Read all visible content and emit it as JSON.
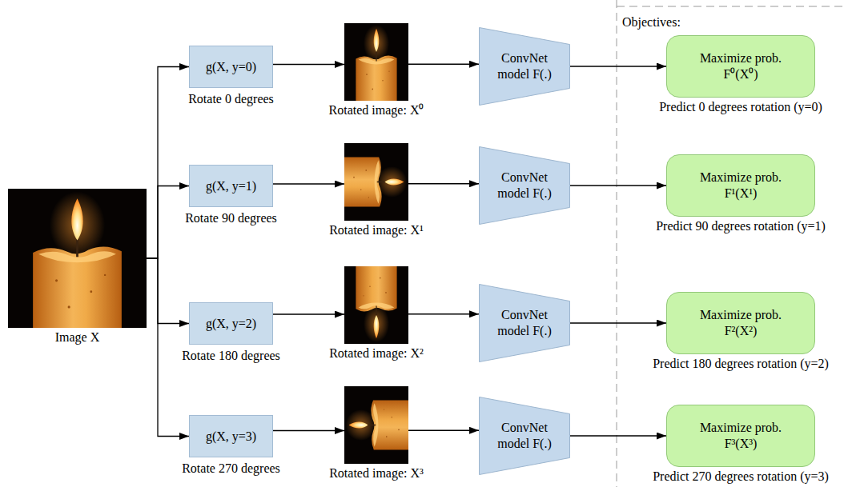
{
  "diagram": {
    "nodes": [
      {
        "text": [
          "Image X"
        ]
      },
      {
        "text": [
          "g(X, y=0)",
          "Rotate 0 degrees"
        ]
      },
      {
        "text": [
          "Rotated image: X⁰"
        ]
      },
      {
        "text": [
          "ConvNet model F(.)"
        ]
      },
      {
        "text": [
          "Maximize prob. F⁰(X⁰)",
          "Predict 0 degrees rotation (y=0)"
        ]
      },
      {
        "text": [
          "g(X, y=1)",
          "Rotate 90 degrees"
        ]
      },
      {
        "text": [
          "Rotated image: X¹"
        ]
      },
      {
        "text": [
          "ConvNet model F(.)"
        ]
      },
      {
        "text": [
          "Maximize prob. F¹(X¹)",
          "Predict 90 degrees rotation (y=1)"
        ]
      },
      {
        "text": [
          "g(X, y=2)",
          "Rotate 180 degrees"
        ]
      },
      {
        "text": [
          "Rotated image: X²"
        ]
      },
      {
        "text": [
          "ConvNet model F(.)"
        ]
      },
      {
        "text": [
          "Maximize prob. F²(X²)",
          "Predict 180 degrees rotation (y=2)"
        ]
      },
      {
        "text": [
          "g(X, y=3)",
          "Rotate 270 degrees"
        ]
      },
      {
        "text": [
          "Rotated image: X³"
        ]
      },
      {
        "text": [
          "ConvNet model F(.)"
        ]
      },
      {
        "text": [
          "Maximize prob. F³(X³)",
          "Predict 270 degrees rotation (y=3)"
        ]
      }
    ],
    "edges": [
      {
        "from": 0,
        "to": 1,
        "arrow": "to"
      },
      {
        "from": 1,
        "to": 2,
        "arrow": "to"
      },
      {
        "from": 2,
        "to": 3,
        "arrow": "to"
      },
      {
        "from": 3,
        "to": 4,
        "arrow": "to"
      },
      {
        "from": 0,
        "to": 5,
        "arrow": "to"
      },
      {
        "from": 5,
        "to": 6,
        "arrow": "to"
      },
      {
        "from": 6,
        "to": 7,
        "arrow": "to"
      },
      {
        "from": 7,
        "to": 8,
        "arrow": "to"
      },
      {
        "from": 0,
        "to": 9,
        "arrow": "to"
      },
      {
        "from": 9,
        "to": 10,
        "arrow": "to"
      },
      {
        "from": 10,
        "to": 11,
        "arrow": "to"
      },
      {
        "from": 11,
        "to": 12,
        "arrow": "to"
      },
      {
        "from": 0,
        "to": 13,
        "arrow": "to"
      },
      {
        "from": 13,
        "to": 14,
        "arrow": "to"
      },
      {
        "from": 14,
        "to": 15,
        "arrow": "to"
      },
      {
        "from": 15,
        "to": 16,
        "arrow": "to"
      }
    ],
    "labels": [
      "Objectives:"
    ]
  }
}
